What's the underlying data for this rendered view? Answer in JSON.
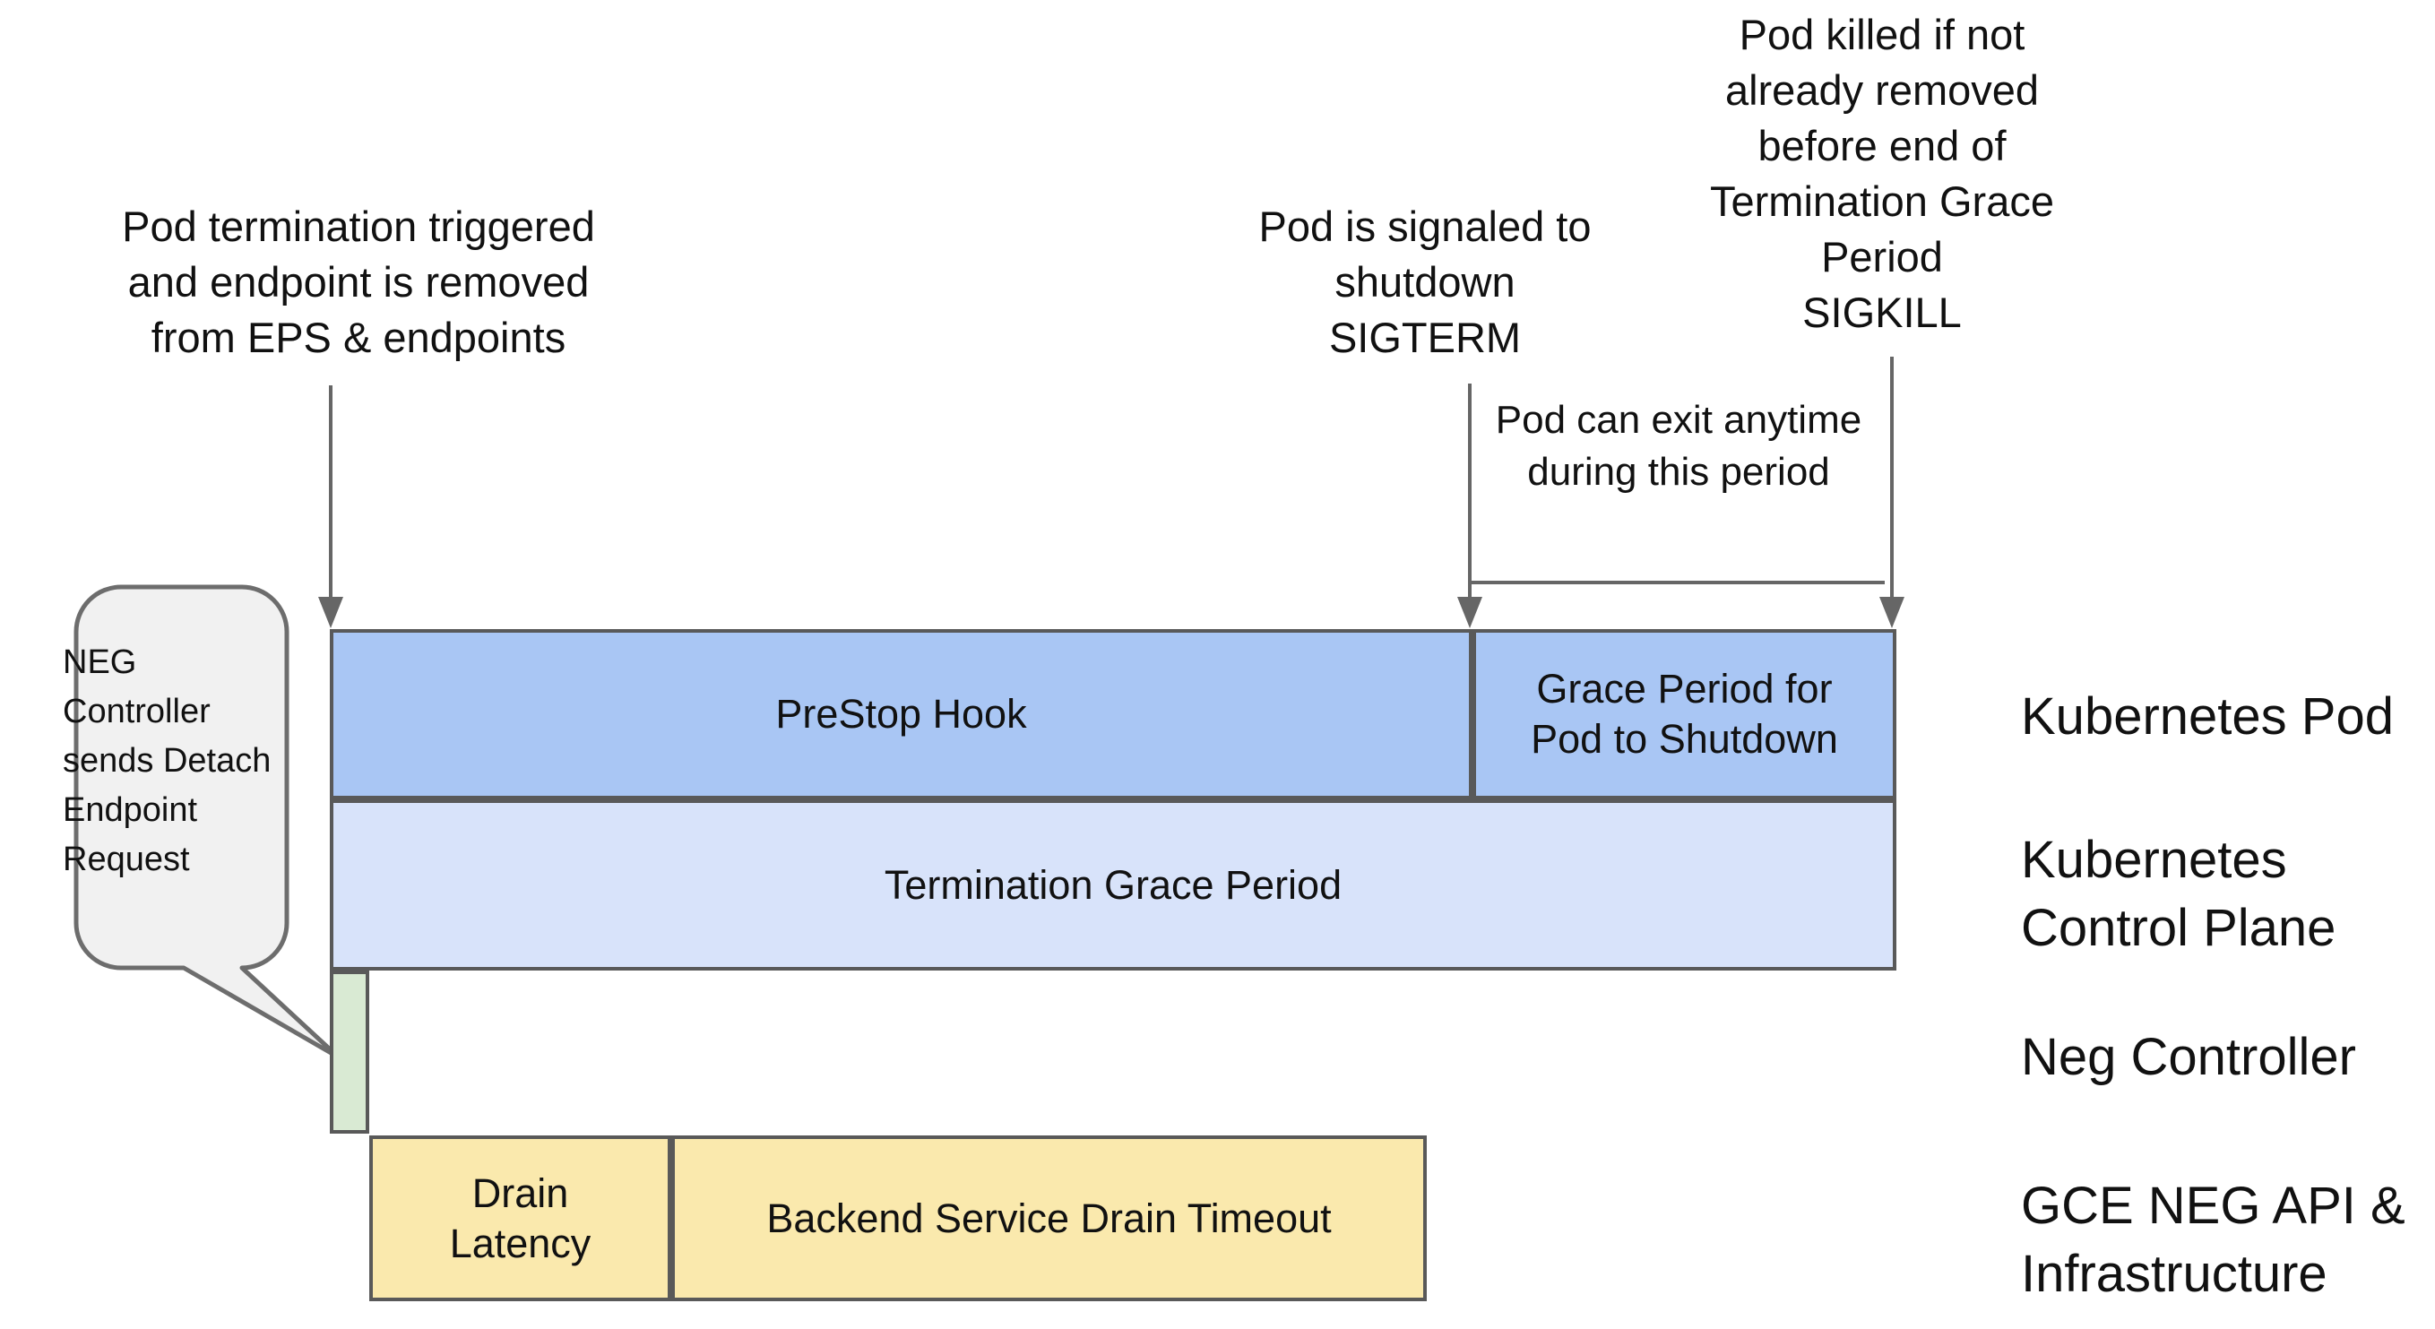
{
  "colors": {
    "bar_blue": "#a9c6f4",
    "bar_blue_light": "#d8e3fa",
    "bar_green": "#d9ead3",
    "bar_yellow": "#fae9ad",
    "bubble_fill": "#f1f1f1",
    "border_gray": "#595959",
    "arrow_gray": "#666666"
  },
  "annotations": {
    "pod_termination": "Pod termination triggered\nand endpoint is removed\nfrom EPS & endpoints",
    "sigterm": "Pod is signaled to\nshutdown\nSIGTERM",
    "sigkill": "Pod killed if not\nalready removed\nbefore end of\nTermination Grace\nPeriod\nSIGKILL",
    "pod_can_exit": "Pod can exit anytime\nduring this period",
    "neg_bubble": "NEG Controller sends Detach Endpoint Request"
  },
  "bars": {
    "prestop": "PreStop Hook",
    "grace_period": "Grace Period for\nPod to Shutdown",
    "termination_grace": "Termination Grace Period",
    "drain_latency": "Drain\nLatency",
    "backend_drain": "Backend Service Drain Timeout"
  },
  "row_labels": {
    "kubernetes_pod": "Kubernetes Pod",
    "control_plane": "Kubernetes\nControl Plane",
    "neg_controller": "Neg Controller",
    "gce_neg": "GCE NEG API &\nInfrastructure"
  }
}
